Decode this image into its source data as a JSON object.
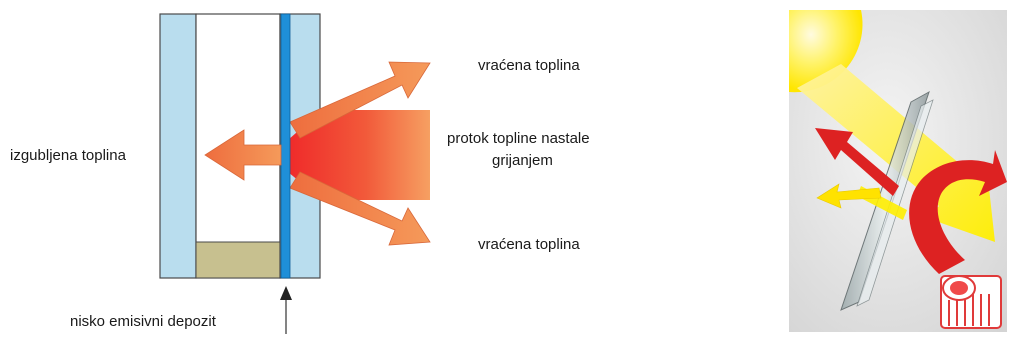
{
  "labels": {
    "returned_heat_top": "vraćena toplina",
    "lost_heat": "izgubljena toplina",
    "heat_flow_line1": "protok topline nastale",
    "heat_flow_line2": "grijanjem",
    "returned_heat_bottom": "vraćena toplina",
    "low_e_coating": "nisko emisivni depozit"
  },
  "colors": {
    "glass_pane": "#b9ddee",
    "pane_outline": "#4a4a4a",
    "low_e_layer": "#1f8fd8",
    "spacer_desiccant": "#c7c08f",
    "arrow_orange": "#f28a4a",
    "heat_gradient_start": "#ef2a2a",
    "heat_gradient_end": "#f7a064",
    "sun_yellow": "#ffee00",
    "heat_red": "#dd2222"
  }
}
